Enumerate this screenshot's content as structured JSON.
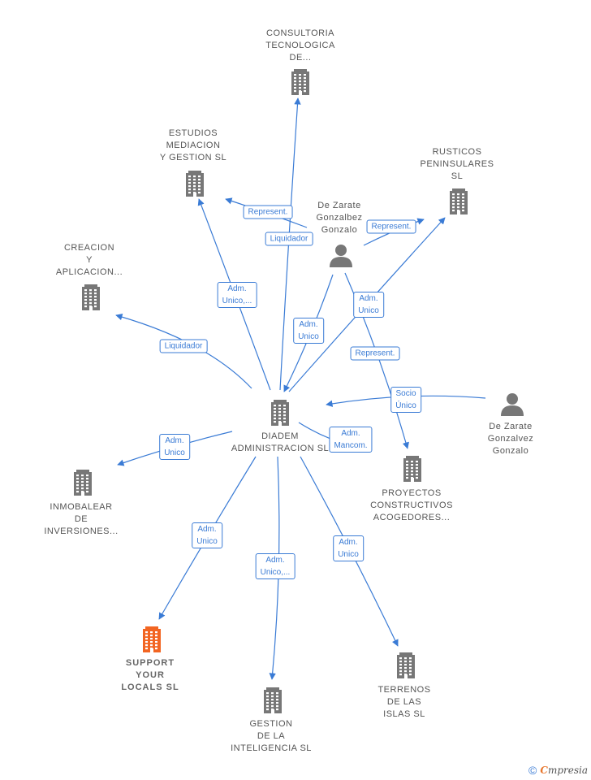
{
  "nodes": [
    {
      "id": "diadem",
      "type": "company",
      "label": "DIADEM\nADMINISTRACION SL",
      "color": "#777777"
    },
    {
      "id": "consultoria",
      "type": "company",
      "label": "CONSULTORIA\nTECNOLOGICA\nDE...",
      "color": "#777777"
    },
    {
      "id": "estudios",
      "type": "company",
      "label": "ESTUDIOS\nMEDIACION\nY GESTION  SL",
      "color": "#777777"
    },
    {
      "id": "rusticos",
      "type": "company",
      "label": "RUSTICOS\nPENINSULARES\nSL",
      "color": "#777777"
    },
    {
      "id": "creacion",
      "type": "company",
      "label": "CREACION\nY\nAPLICACION...",
      "color": "#777777"
    },
    {
      "id": "zarate1",
      "type": "person",
      "label": "De Zarate\nGonzalbez\nGonzalo",
      "color": "#777777"
    },
    {
      "id": "zarate2",
      "type": "person",
      "label": "De Zarate\nGonzalvez\nGonzalo",
      "color": "#777777"
    },
    {
      "id": "proyectos",
      "type": "company",
      "label": "PROYECTOS\nCONSTRUCTIVOS\nACOGEDORES...",
      "color": "#777777"
    },
    {
      "id": "inmobalear",
      "type": "company",
      "label": "INMOBALEAR\nDE\nINVERSIONES...",
      "color": "#777777"
    },
    {
      "id": "support",
      "type": "company",
      "label": "SUPPORT\nYOUR\nLOCALS  SL",
      "color": "#f26522",
      "highlight": true
    },
    {
      "id": "gestion",
      "type": "company",
      "label": "GESTION\nDE LA\nINTELIGENCIA SL",
      "color": "#777777"
    },
    {
      "id": "terrenos",
      "type": "company",
      "label": "TERRENOS\nDE LAS\nISLAS  SL",
      "color": "#777777"
    }
  ],
  "edges": [
    {
      "id": "e1",
      "label": "Liquidador"
    },
    {
      "id": "e2",
      "label": "Adm.\nUnico,..."
    },
    {
      "id": "e3",
      "label": "Liquidador"
    },
    {
      "id": "e4",
      "label": "Represent."
    },
    {
      "id": "e5",
      "label": "Represent."
    },
    {
      "id": "e6",
      "label": "Adm.\nUnico"
    },
    {
      "id": "e7",
      "label": "Adm.\nUnico"
    },
    {
      "id": "e8",
      "label": "Represent."
    },
    {
      "id": "e9",
      "label": "Socio\nÚnico"
    },
    {
      "id": "e10",
      "label": "Adm.\nMancom."
    },
    {
      "id": "e11",
      "label": "Adm.\nUnico"
    },
    {
      "id": "e12",
      "label": "Adm.\nUnico"
    },
    {
      "id": "e13",
      "label": "Adm.\nUnico,..."
    },
    {
      "id": "e14",
      "label": "Adm.\nUnico"
    }
  ],
  "colors": {
    "edge": "#3a7bd5",
    "node": "#777777",
    "highlight": "#f26522"
  },
  "footer": {
    "copyright": "©",
    "brand_initial": "C",
    "brand_rest": "mpresia"
  }
}
